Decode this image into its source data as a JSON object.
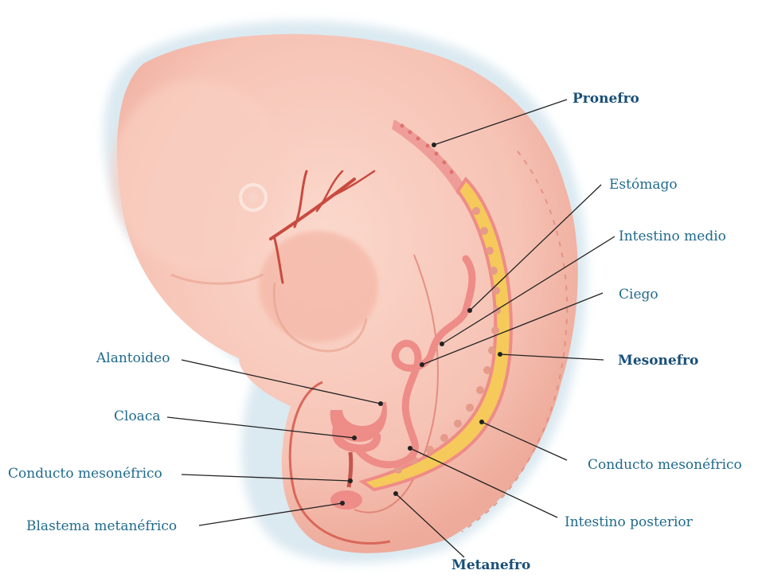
{
  "labels": {
    "pronefro": "Pronefro",
    "estomago": "Estómago",
    "intestino_medio": "Intestino medio",
    "ciego": "Ciego",
    "mesonefro": "Mesonefro",
    "conducto_mesonefrico_right": "Conducto mesonéfrico",
    "intestino_posterior": "Intestino posterior",
    "metanefro": "Metanefro",
    "alantoideo": "Alantoideo",
    "cloaca": "Cloaca",
    "conducto_mesonefrico_left": "Conducto mesonéfrico",
    "blastema_metanefrico": "Blastema metanéfrico"
  },
  "colors": {
    "label_text": "#1f6a8c",
    "label_bold": "#184f78",
    "skin": "#f6c3b5",
    "skin_shadow": "#e9a593",
    "outline": "#d9685a",
    "gut": "#ee8c88",
    "mesonephros_fill": "#f5c95a",
    "leader_line": "#222222"
  }
}
